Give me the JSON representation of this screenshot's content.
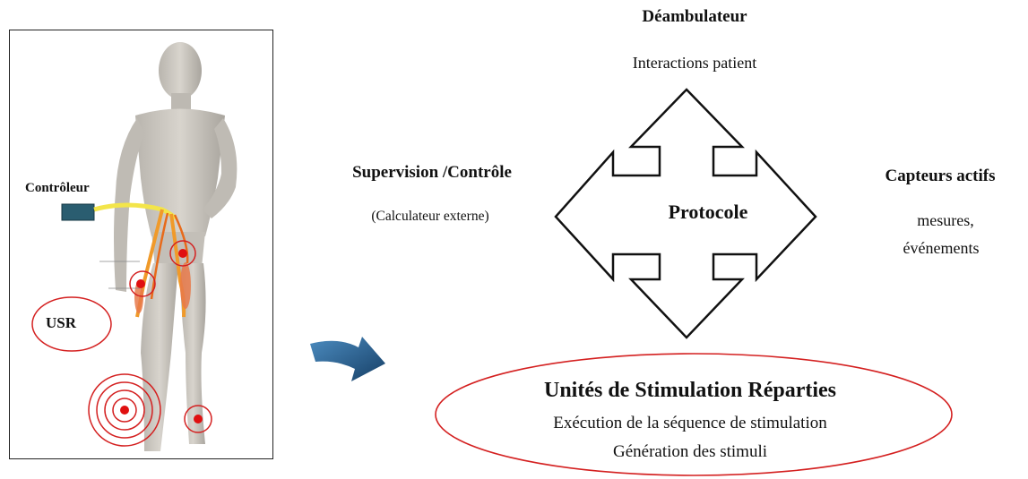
{
  "figure": {
    "controller_label": "Contrôleur",
    "usr_label": "USR"
  },
  "diagram": {
    "top": {
      "title": "Déambulateur",
      "subtitle": "Interactions patient"
    },
    "left": {
      "title": "Supervision /Contrôle",
      "subtitle": "(Calculateur externe)"
    },
    "right": {
      "title": "Capteurs actifs",
      "subtitle_line1": "mesures,",
      "subtitle_line2": "événements"
    },
    "center": {
      "title": "Protocole"
    },
    "bottom": {
      "title": "Unités de Stimulation Réparties",
      "line1": "Exécution de la séquence de stimulation",
      "line2": "Génération des stimuli"
    }
  },
  "colors": {
    "ellipse": "#d42020",
    "stim_dot": "#e01010",
    "arrow_blue": "#1f5f8f",
    "body": "#c9c5bf"
  }
}
